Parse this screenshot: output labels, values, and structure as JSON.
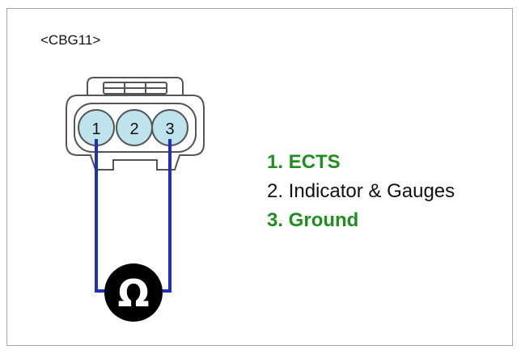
{
  "connector": {
    "id_label": "<CBG11>",
    "pins": [
      {
        "number": "1"
      },
      {
        "number": "2"
      },
      {
        "number": "3"
      }
    ]
  },
  "meter": {
    "symbol": "Ω",
    "icon": "ohmmeter-icon"
  },
  "legend": [
    {
      "text": "1. ECTS",
      "color": "#1f8f1f",
      "highlight": true
    },
    {
      "text": "2. Indicator & Gauges",
      "color": "#111111",
      "highlight": false
    },
    {
      "text": "3. Ground",
      "color": "#1f8f1f",
      "highlight": true
    }
  ],
  "colors": {
    "wire": "#1f2fb8",
    "pin_fill": "#bfe3ec",
    "connector_stroke": "#555555",
    "meter_fill": "#000000"
  }
}
